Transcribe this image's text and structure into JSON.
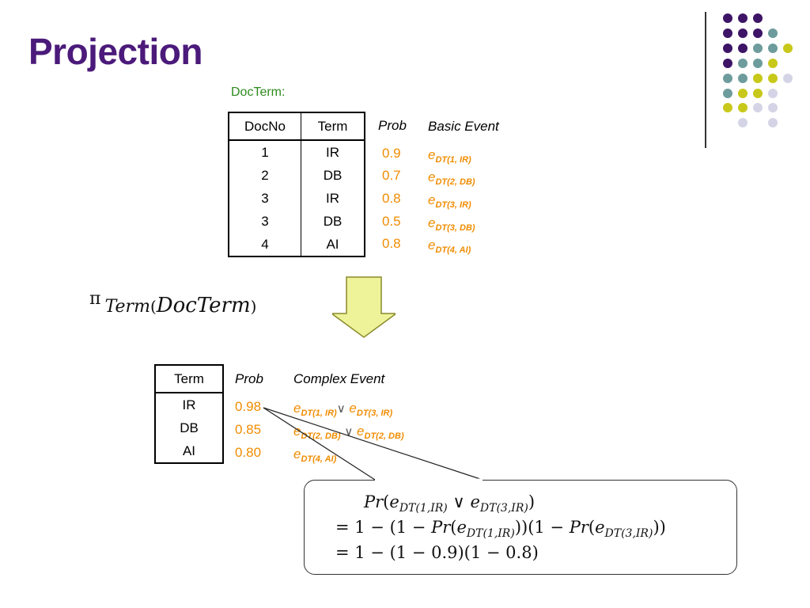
{
  "title": "Projection",
  "caption": "DocTerm:",
  "table1": {
    "headers": [
      "DocNo",
      "Term"
    ],
    "rows": [
      {
        "docno": "1",
        "term": "IR"
      },
      {
        "docno": "2",
        "term": "DB"
      },
      {
        "docno": "3",
        "term": "IR"
      },
      {
        "docno": "3",
        "term": "DB"
      },
      {
        "docno": "4",
        "term": "AI"
      }
    ],
    "prob_header": "Prob",
    "event_header": "Basic Event",
    "probs": [
      "0.9",
      "0.7",
      "0.8",
      "0.5",
      "0.8"
    ],
    "events": [
      {
        "base": "e",
        "sub": "DT(1, IR)"
      },
      {
        "base": "e",
        "sub": "DT(2, DB)"
      },
      {
        "base": "e",
        "sub": "DT(3, IR)"
      },
      {
        "base": "e",
        "sub": "DT(3, DB)"
      },
      {
        "base": "e",
        "sub": "DT(4, AI)"
      }
    ]
  },
  "projection": {
    "op": "π",
    "attr": "Term",
    "open": "(",
    "rel": "DocTerm",
    "close": ")"
  },
  "table2": {
    "header": "Term",
    "rows": [
      "IR",
      "DB",
      "AI"
    ],
    "prob_header": "Prob",
    "event_header": "Complex Event",
    "probs": [
      "0.98",
      "0.85",
      "0.80"
    ],
    "events": [
      {
        "a": "e",
        "a_sub": "DT(1, IR)",
        "op": "∨",
        "b": "e",
        "b_sub": "DT(3, IR)"
      },
      {
        "a": "e",
        "a_sub": "DT(2, DB)",
        "op": "∨",
        "b": "e",
        "b_sub": "DT(2, DB)"
      },
      {
        "a": "e",
        "a_sub": "DT(4, AI)"
      }
    ]
  },
  "formula": {
    "line1": {
      "pr": "Pr",
      "open": "(",
      "a": "e",
      "a_sub": "DT(1,IR)",
      "op": " ∨ ",
      "b": "e",
      "b_sub": "DT(3,IR)",
      "close": ")"
    },
    "line2": {
      "pre": "= 1 − (1 − ",
      "pr1": "Pr",
      "m1": "(",
      "e1": "e",
      "s1": "DT(1,IR)",
      "mid": "))(1 − ",
      "pr2": "Pr",
      "m2": "(",
      "e2": "e",
      "s2": "DT(3,IR)",
      "end": "))"
    },
    "line3": "= 1 − (1 − 0.9)(1 − 0.8)"
  },
  "colors": {
    "title": "#4b1a7a",
    "caption": "#2e8b1e",
    "accent": "#f08c00",
    "dot_purple": "#3d1466",
    "dot_teal": "#6e9c9c",
    "dot_yellow": "#c8c81a",
    "dot_lavender": "#d4d4e6"
  }
}
